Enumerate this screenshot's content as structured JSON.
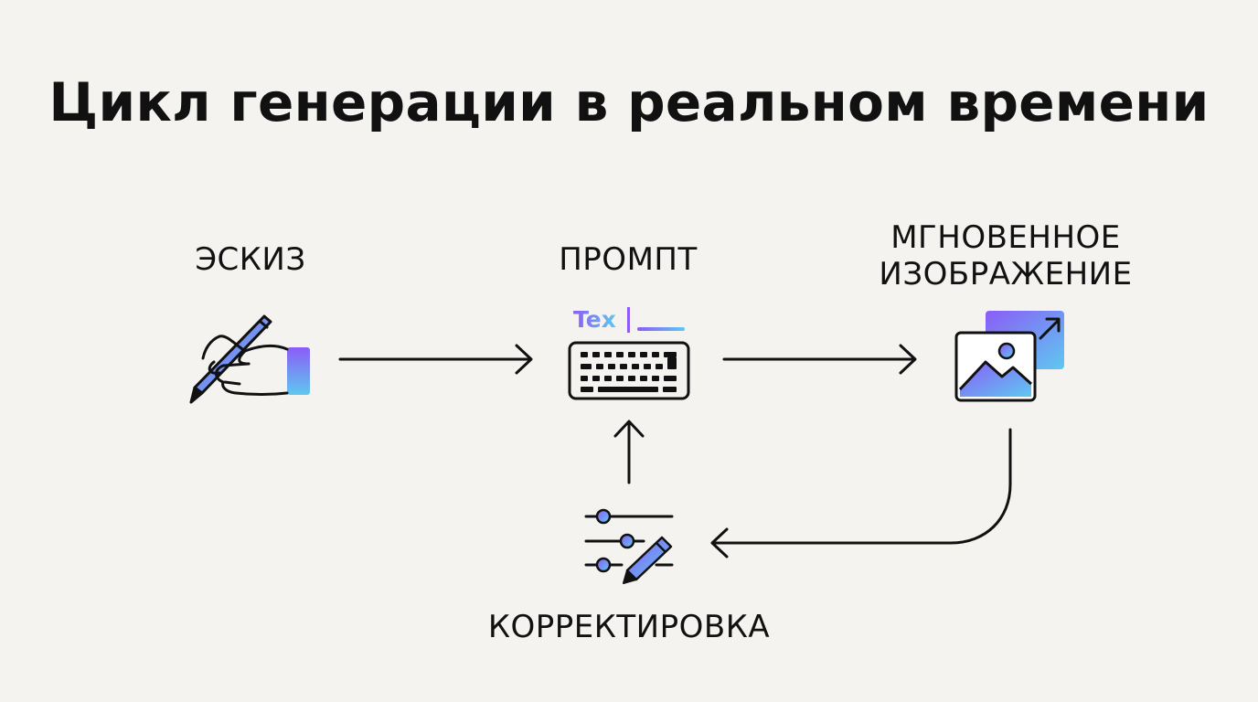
{
  "title": "Цикл генерации в реальном времени",
  "nodes": {
    "sketch": {
      "label": "ЭСКИЗ",
      "icon": "hand-pen-icon"
    },
    "prompt": {
      "label": "ПРОМПТ",
      "icon": "keyboard-icon",
      "typed_text": "Tex"
    },
    "instant": {
      "label_line1": "МГНОВЕННОЕ",
      "label_line2": "ИЗОБРАЖЕНИЕ",
      "icon": "image-export-icon"
    },
    "adjust": {
      "label": "КОРРЕКТИРОВКА",
      "icon": "sliders-pencil-icon"
    }
  },
  "colors": {
    "background": "#f4f3f0",
    "ink": "#111111",
    "gradient_start": "#8b5cf6",
    "gradient_end": "#5ec8f0"
  }
}
